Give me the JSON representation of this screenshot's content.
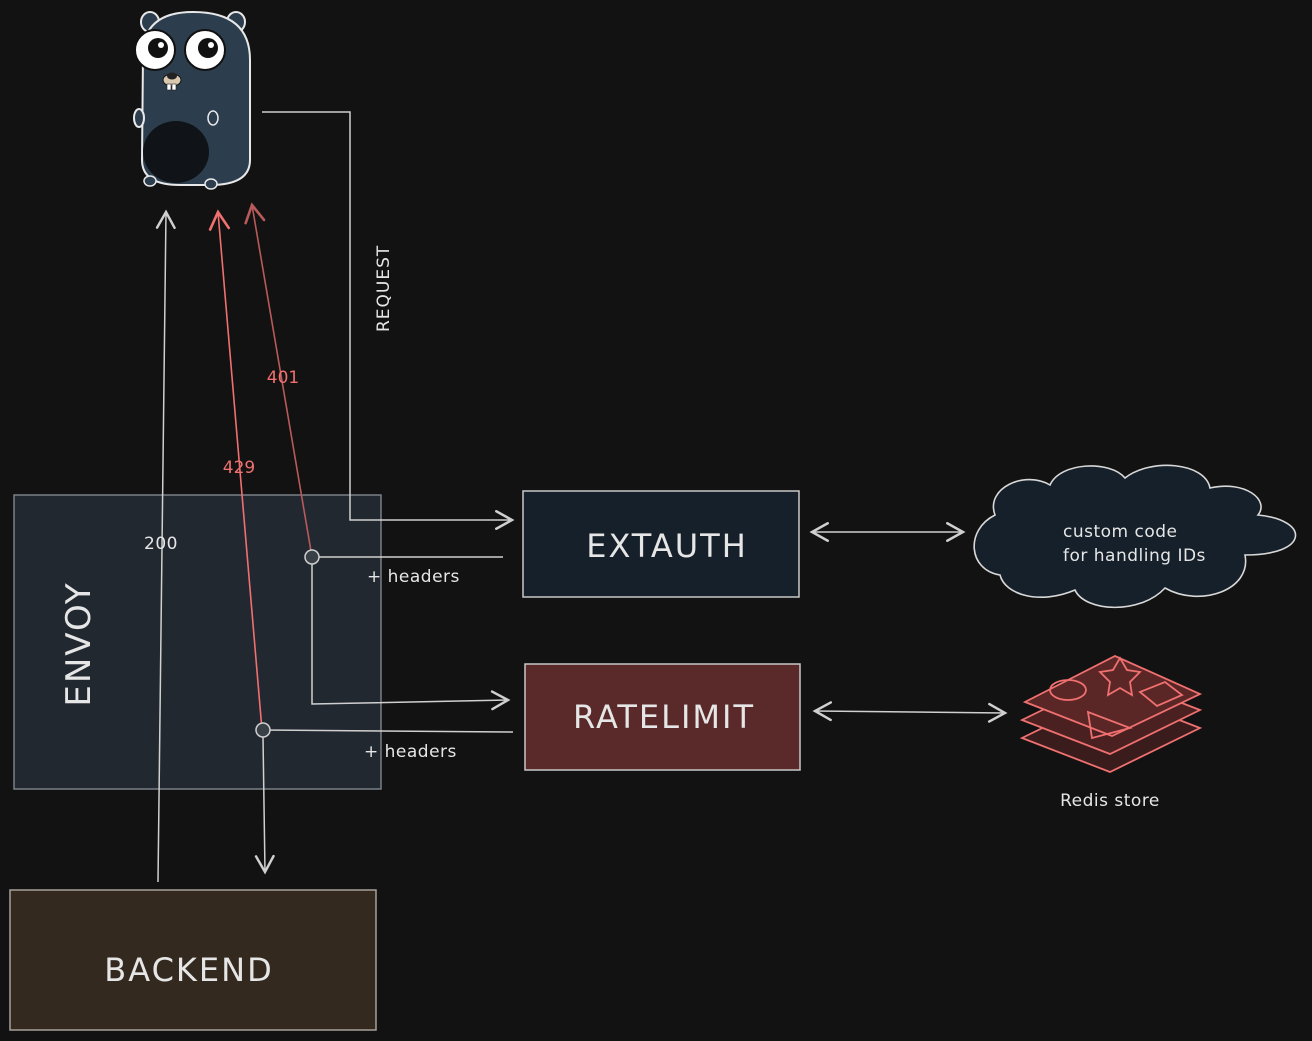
{
  "nodes": {
    "envoy": "ENVOY",
    "extauth": "EXTAUTH",
    "ratelimit": "RATELIMIT",
    "backend": "BACKEND"
  },
  "edges": {
    "request": "REQUEST",
    "ok": "200",
    "unauthorized": "401",
    "too_many": "429",
    "headers_extauth": "+ headers",
    "headers_ratelimit": "+ headers"
  },
  "cloud": {
    "line1": "custom code",
    "line2": "for handling IDs"
  },
  "redis": {
    "label": "Redis store"
  },
  "colors": {
    "background": "#121212",
    "stroke": "#d0d0d0",
    "error": "#f07070",
    "envoy_fill": "#222830",
    "extauth_fill": "#16202a",
    "ratelimit_fill": "#5a2a2a",
    "backend_fill": "#33291f",
    "cloud_fill": "#16202a",
    "gopher_body": "#2c3e4e"
  }
}
